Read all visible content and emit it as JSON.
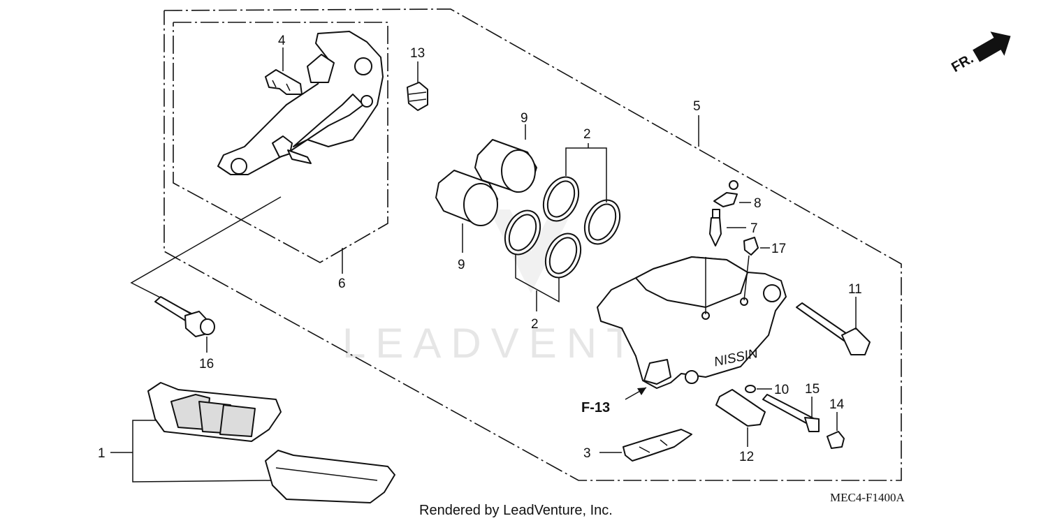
{
  "callouts": {
    "c1": "1",
    "c2a": "2",
    "c2b": "2",
    "c3": "3",
    "c4": "4",
    "c5": "5",
    "c6": "6",
    "c7": "7",
    "c8": "8",
    "c9a": "9",
    "c9b": "9",
    "c10": "10",
    "c11": "11",
    "c12": "12",
    "c13": "13",
    "c14": "14",
    "c15": "15",
    "c16": "16",
    "c17": "17"
  },
  "reference": "F-13",
  "direction_label": "FR.",
  "caliper_brand": "NISSIN",
  "watermark": "LEADVENTURE",
  "footer": "Rendered by LeadVenture, Inc.",
  "diagram_code": "MEC4-F1400A"
}
